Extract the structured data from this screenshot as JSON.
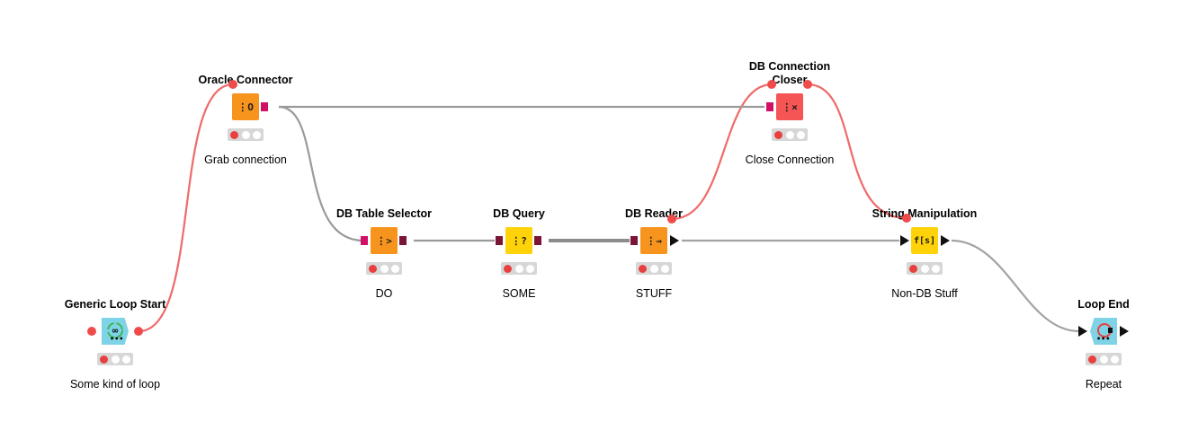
{
  "workflow": {
    "nodes": {
      "generic_loop_start": {
        "title": "Generic Loop Start",
        "label": "Some kind of loop",
        "icon": "loop-infinity-icon",
        "color": "#7fd3e6"
      },
      "oracle_connector": {
        "title": "Oracle Connector",
        "label": "Grab connection",
        "icon": "database-connector-icon",
        "icon_text": "⋮O",
        "color": "#f7941e"
      },
      "db_table_selector": {
        "title": "DB Table Selector",
        "label": "DO",
        "icon": "db-table-selector-icon",
        "icon_text": "⋮>",
        "color": "#f7941e"
      },
      "db_query": {
        "title": "DB Query",
        "label": "SOME",
        "icon": "db-query-icon",
        "icon_text": "⋮?",
        "color": "#ffd20a"
      },
      "db_reader": {
        "title": "DB Reader",
        "label": "STUFF",
        "icon": "db-reader-icon",
        "icon_text": "⋮→",
        "color": "#f7941e"
      },
      "db_connection_closer": {
        "title_line1": "DB Connection",
        "title_line2": "Closer",
        "label": "Close Connection",
        "icon": "db-close-icon",
        "icon_text": "⋮×",
        "color": "#f55555"
      },
      "string_manipulation": {
        "title": "String Manipulation",
        "label": "Non-DB Stuff",
        "icon": "string-manipulation-icon",
        "icon_text": "f[s]",
        "color": "#ffd20a"
      },
      "loop_end": {
        "title": "Loop End",
        "label": "Repeat",
        "icon": "loop-end-icon",
        "color": "#7fd3e6"
      }
    },
    "status": {
      "lights": [
        "red",
        "off",
        "off"
      ],
      "red_color": "#e8403f"
    },
    "port_colors": {
      "db": "#d20f67",
      "table": "#7a1534",
      "flow_variable": "#f04b4b",
      "data": "#111111"
    }
  }
}
